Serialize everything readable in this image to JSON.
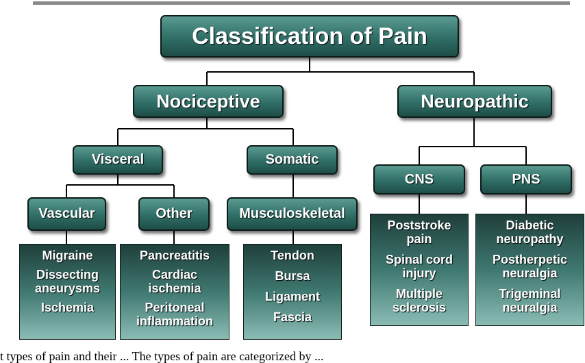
{
  "title": "Classification of Pain",
  "level1": {
    "nociceptive": "Nociceptive",
    "neuropathic": "Neuropathic"
  },
  "level2": {
    "visceral": "Visceral",
    "somatic": "Somatic",
    "cns": "CNS",
    "pns": "PNS"
  },
  "level3": {
    "vascular": "Vascular",
    "other": "Other",
    "musculoskeletal": "Musculoskeletal"
  },
  "leaves": {
    "vascular": [
      "Migraine",
      "Dissecting\naneurysms",
      "Ischemia"
    ],
    "other": [
      "Pancreatitis",
      "Cardiac\nischemia",
      "Peritoneal\ninflammation"
    ],
    "musculoskeletal": [
      "Tendon",
      "Bursa",
      "Ligament",
      "Fascia"
    ],
    "cns": [
      "Poststroke\npain",
      "Spinal cord\ninjury",
      "Multiple\nsclerosis"
    ],
    "pns": [
      "Diabetic\nneuropathy",
      "Postherpetic\nneuralgia",
      "Trigeminal\nneuralgia"
    ]
  },
  "caption": "t types of pain and their ...    The types of pain are categorized by ...",
  "colors": {
    "node_fill": "#2f6e66",
    "node_border": "#0c1a18",
    "connector": "#000000"
  }
}
